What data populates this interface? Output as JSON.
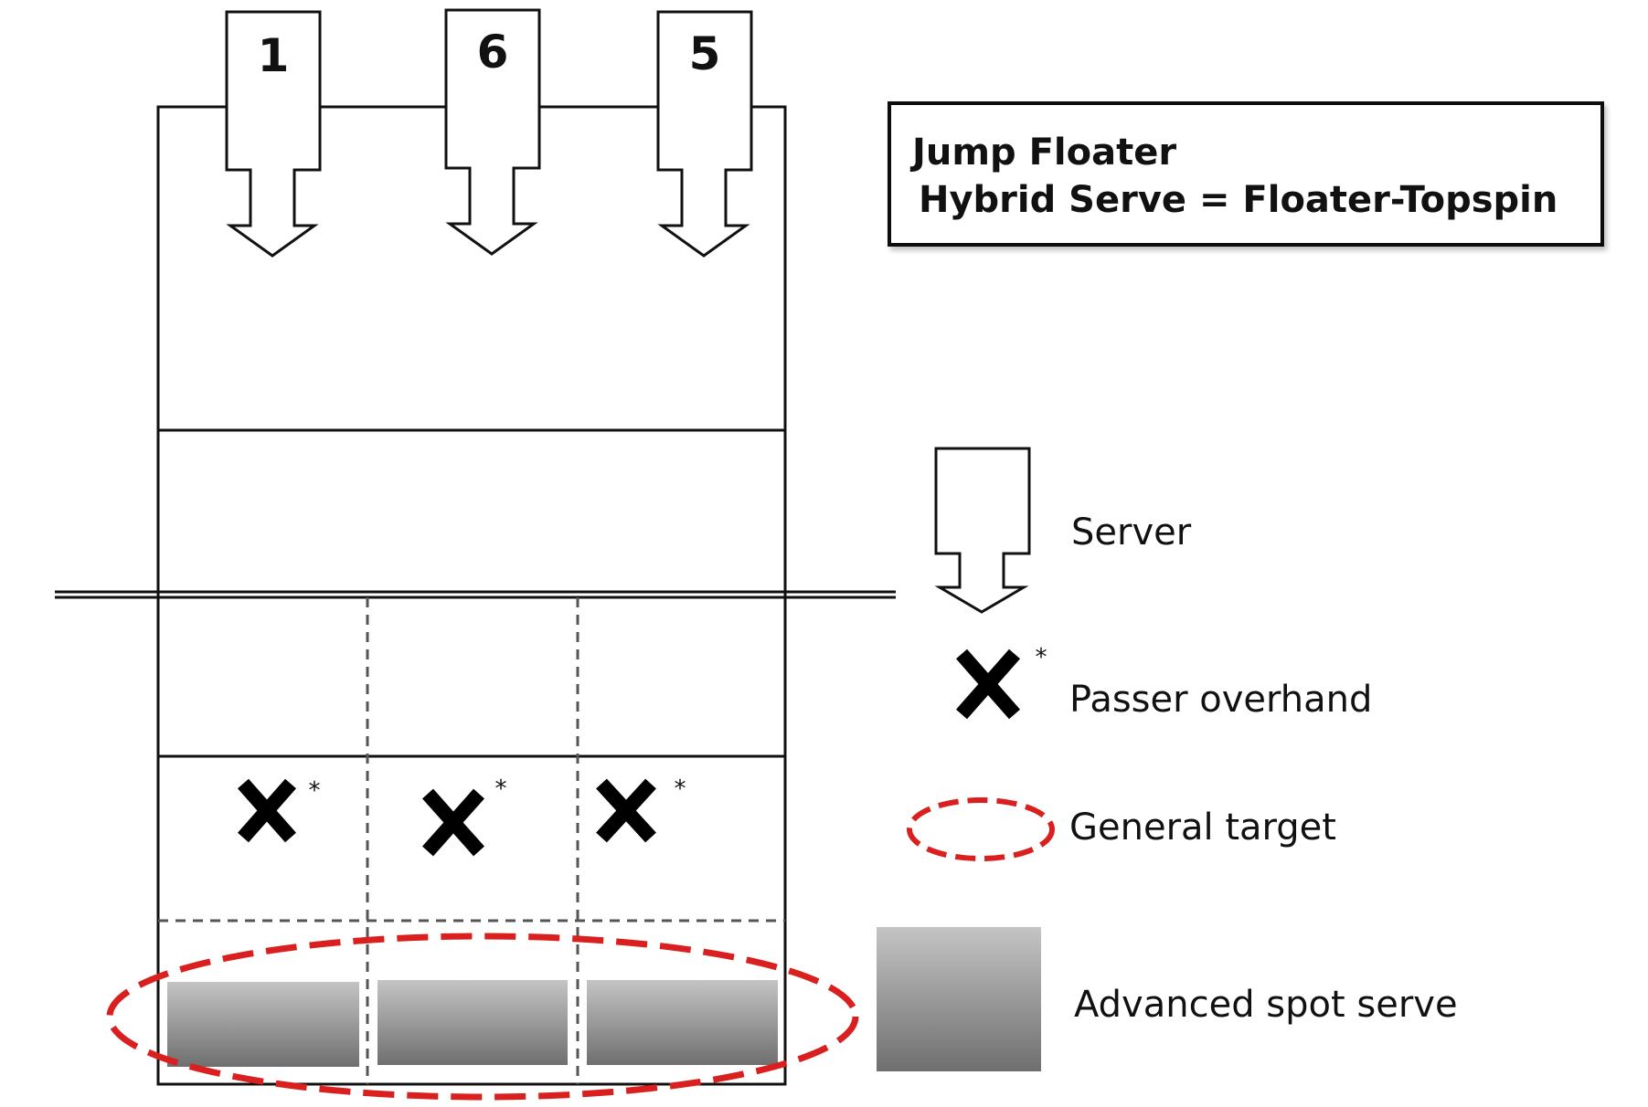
{
  "title_box": {
    "line1": "Jump Floater",
    "line2": "Hybrid Serve = Floater-Topspin"
  },
  "servers": [
    {
      "label": "1"
    },
    {
      "label": "6"
    },
    {
      "label": "5"
    }
  ],
  "passer_marker": {
    "asterisk": "*"
  },
  "legend": {
    "server": "Server",
    "passer": "Passer overhand",
    "general_target": "General target",
    "advanced_spot": "Advanced spot serve"
  },
  "colors": {
    "line": "#111111",
    "dashed_grid": "#555555",
    "target_ellipse": "#d9201f",
    "spot_gradient_top": "#c4c4c4",
    "spot_gradient_bottom": "#6f6f6f"
  },
  "icons": {
    "server": "server-arrow-icon",
    "passer": "x-mark-icon",
    "general_target": "dashed-ellipse-icon",
    "advanced_spot": "gray-block-icon"
  }
}
